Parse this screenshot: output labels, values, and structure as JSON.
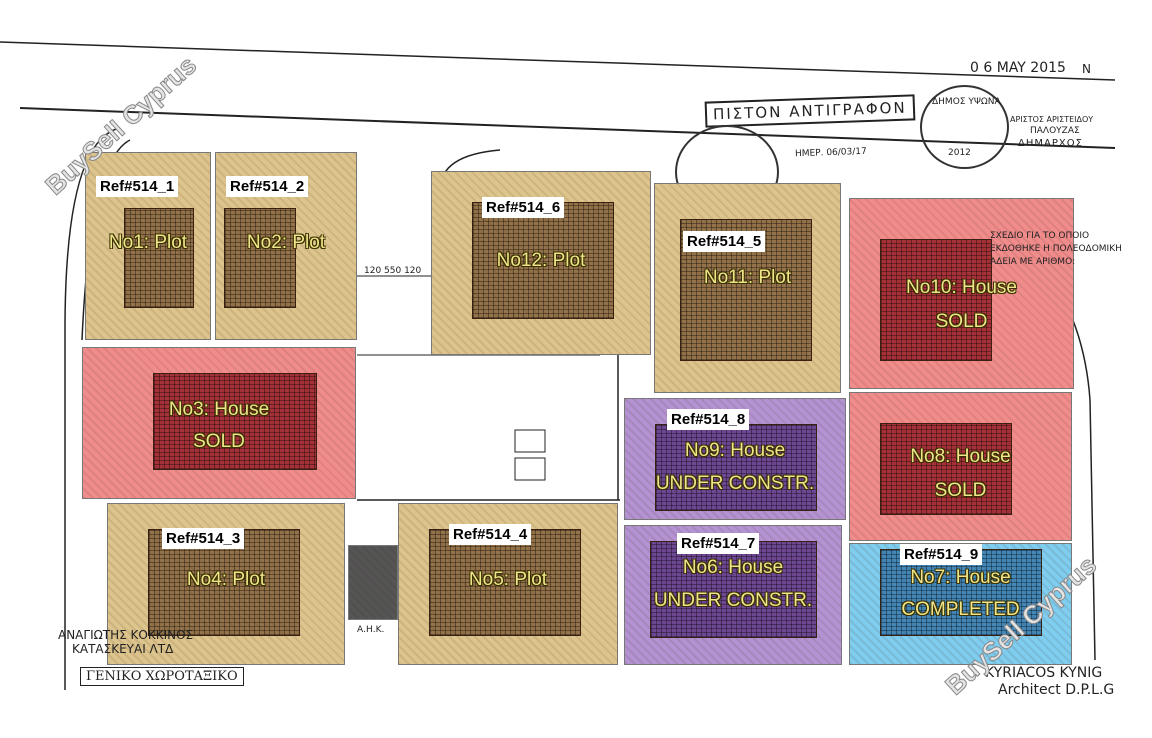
{
  "plots": [
    {
      "id": "no1",
      "label": "No1: Plot",
      "status": "",
      "ref": "Ref#514_1",
      "color": "#dcc48c"
    },
    {
      "id": "no2",
      "label": "No2: Plot",
      "status": "",
      "ref": "Ref#514_2",
      "color": "#dcc48c"
    },
    {
      "id": "no3",
      "label": "No3: House",
      "status": "SOLD",
      "ref": "",
      "color": "#f08c8c"
    },
    {
      "id": "no12",
      "label": "No12: Plot",
      "status": "",
      "ref": "Ref#514_6",
      "color": "#dcc48c"
    },
    {
      "id": "no11",
      "label": "No11: Plot",
      "status": "",
      "ref": "Ref#514_5",
      "color": "#dcc48c"
    },
    {
      "id": "no10",
      "label": "No10: House",
      "status": "SOLD",
      "ref": "",
      "color": "#f08c8c"
    },
    {
      "id": "no9",
      "label": "No9: House",
      "status": "UNDER CONSTR.",
      "ref": "Ref#514_8",
      "color": "#b493d2"
    },
    {
      "id": "no8",
      "label": "No8: House",
      "status": "SOLD",
      "ref": "",
      "color": "#f08c8c"
    },
    {
      "id": "no4",
      "label": "No4: Plot",
      "status": "",
      "ref": "Ref#514_3",
      "color": "#dcc48c"
    },
    {
      "id": "no5",
      "label": "No5: Plot",
      "status": "",
      "ref": "Ref#514_4",
      "color": "#dcc48c"
    },
    {
      "id": "no6",
      "label": "No6: House",
      "status": "UNDER CONSTR.",
      "ref": "Ref#514_7",
      "color": "#b493d2"
    },
    {
      "id": "no7",
      "label": "No7: House",
      "status": "COMPLETED",
      "ref": "Ref#514_9",
      "color": "#7fcdef"
    }
  ],
  "annotations": {
    "date_stamp": "0 6 MAY 2015",
    "north": "N",
    "certified_copy": "ΠΙΣΤΟΝ ΑΝΤΙΓΡΑΦΟΝ",
    "stamp_date": "ΗΜΕΡ. 06/03/17",
    "municipality": "ΔΗΜΟΣ ΥΨΩΝΑ",
    "stamp_year": "2012",
    "mayor_name": "ΑΡΙΣΤΟΣ ΑΡΙΣΤΕΙΔΟΥ",
    "mayor_surname": "ΠΑΛΟΥΖΑΣ",
    "mayor_title": "ΔΗΜΑΡΧΟΣ",
    "permit_note_1": "ΣΧΕΔΙΟ ΓΙΑ ΤΟ ΟΠΟΙΟ",
    "permit_note_2": "ΕΚΔΟΘΗΚΕ Η ΠΟΛΕΟΔΟΜΙΚΗ",
    "permit_note_3": "ΑΔΕΙΑ ΜΕ ΑΡΙΘΜΟ:",
    "road_dims": "120  550  120",
    "ahk": "Α.Η.Κ.",
    "contractor_1": "ΑΝΑΓΙΩΤΗΣ ΚΟΚΚΙΝΟΣ",
    "contractor_2": "ΚΑΤΑΣΚΕΥΑΙ ΛΤΔ",
    "drawing_title": "ΓΕΝΙΚΟ ΧΩΡΟΤΑΞΙΚΟ",
    "architect_1": "KYRIACOS KYNIG",
    "architect_2": "Architect D.P.L.G"
  },
  "watermark": "BuySell Cyprus"
}
